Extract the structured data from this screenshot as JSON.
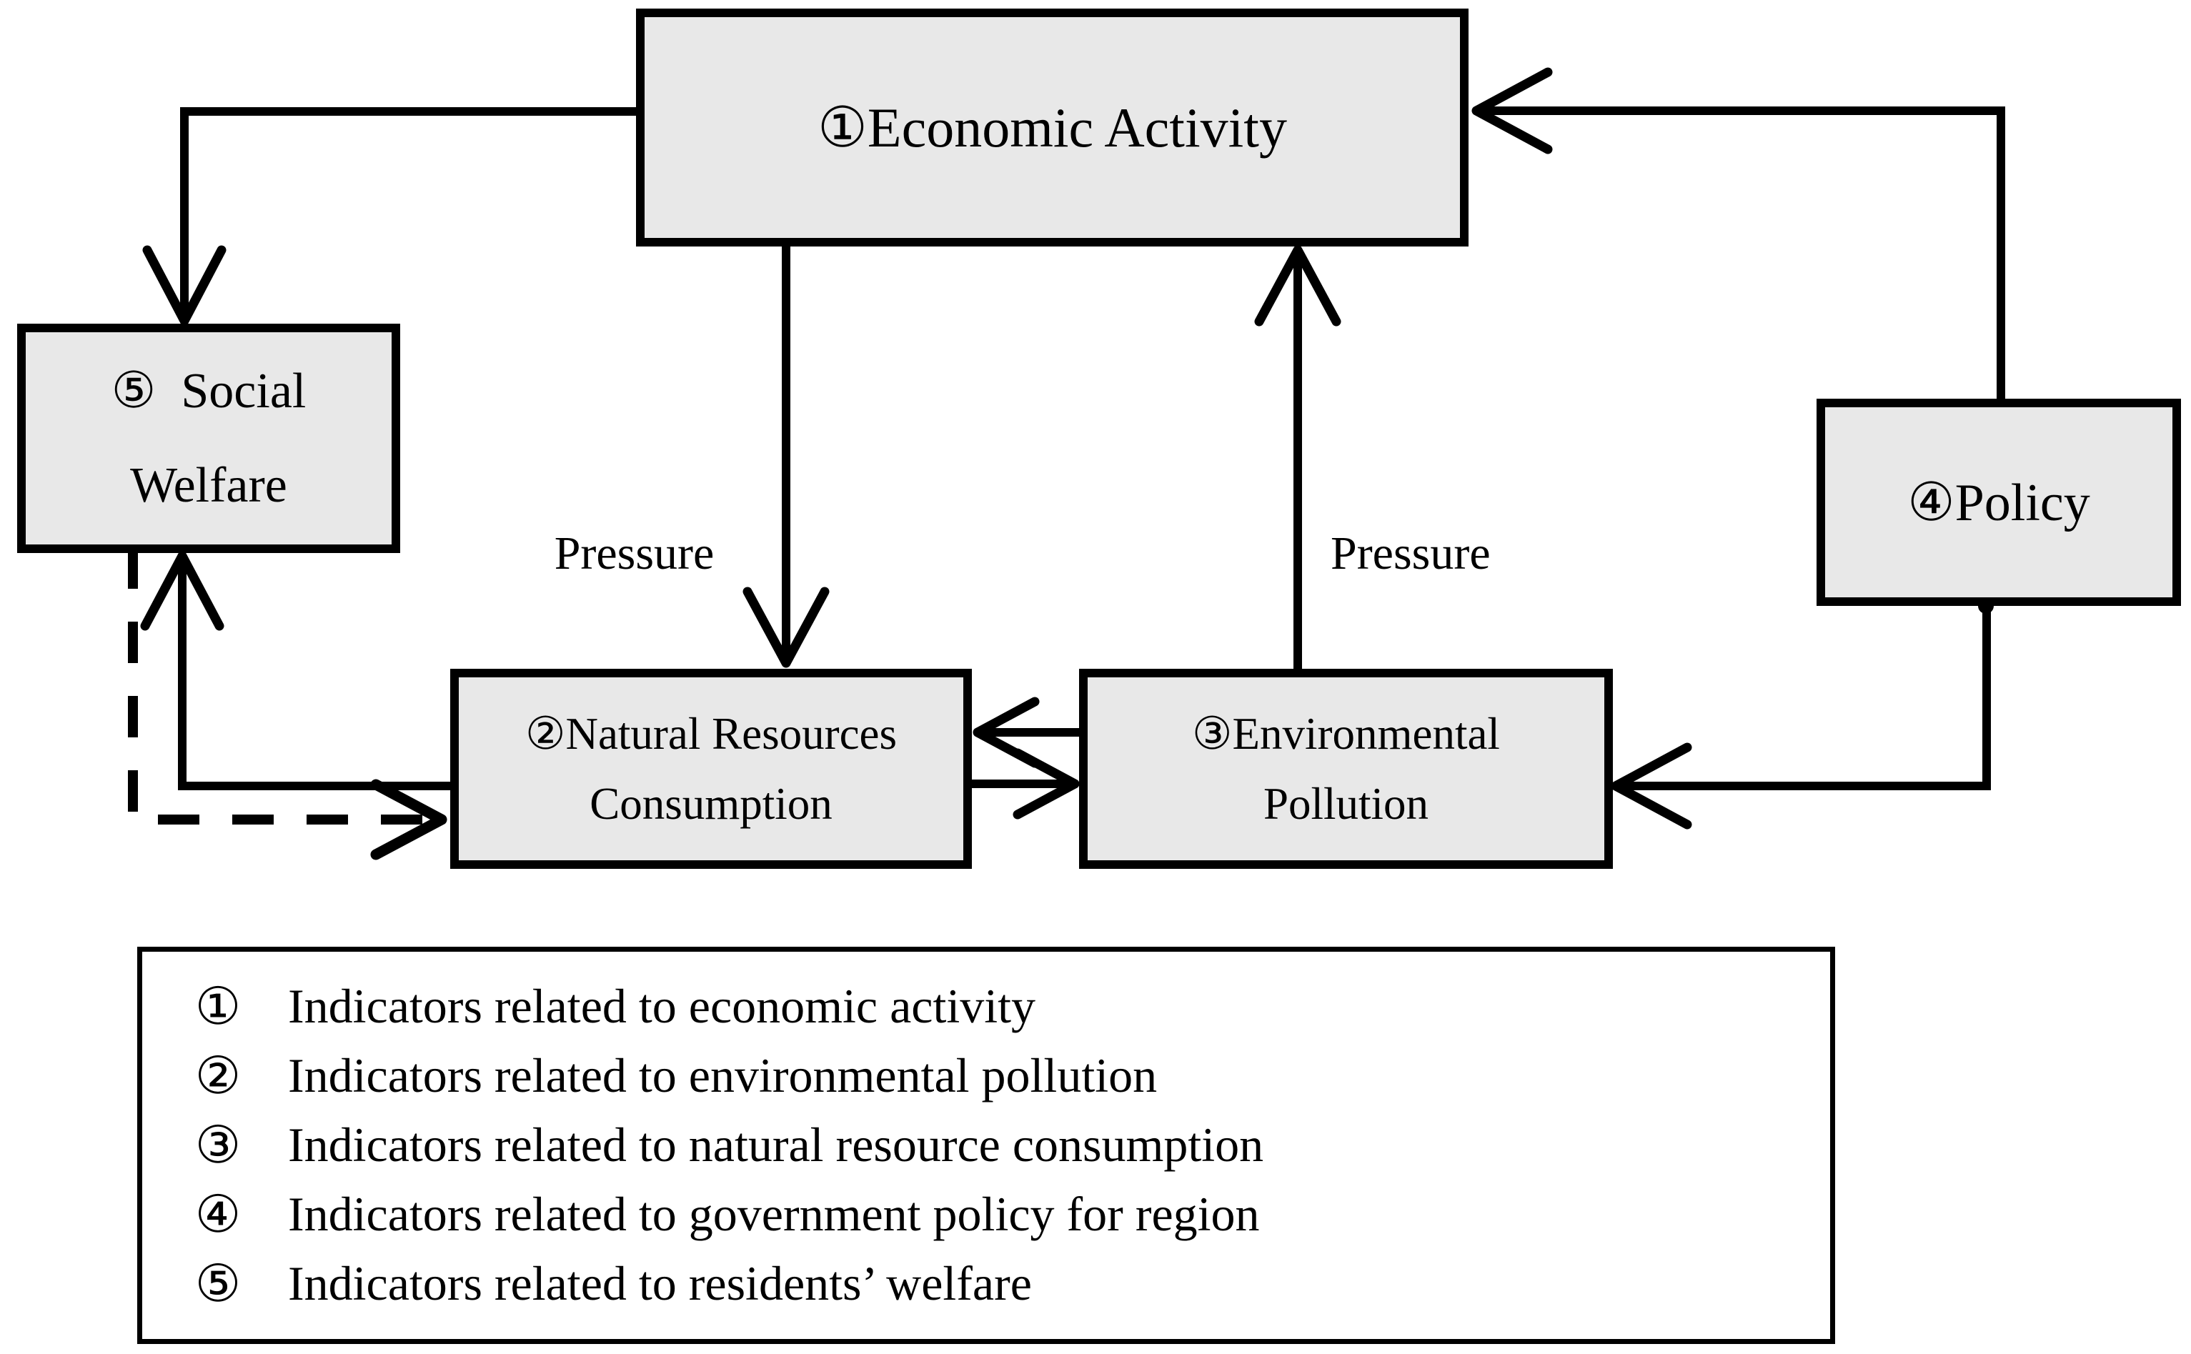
{
  "nodes": {
    "economic_activity": {
      "label": "①Economic Activity"
    },
    "social_welfare": {
      "line1": "⑤  Social",
      "line2": "Welfare"
    },
    "natural_resources": {
      "line1": "②Natural Resources",
      "line2": "Consumption"
    },
    "environmental_pollution": {
      "line1": "③Environmental",
      "line2": "Pollution"
    },
    "policy": {
      "label": "④Policy"
    }
  },
  "edge_labels": {
    "pressure_left": "Pressure",
    "pressure_right": "Pressure"
  },
  "legend": {
    "items": [
      {
        "num": "①",
        "text": "Indicators related to economic activity"
      },
      {
        "num": "②",
        "text": "Indicators related to environmental pollution"
      },
      {
        "num": "③",
        "text": "Indicators related to natural resource consumption"
      },
      {
        "num": "④",
        "text": "Indicators related to government policy for region"
      },
      {
        "num": "⑤",
        "text": "Indicators related to residents’ welfare"
      }
    ]
  },
  "colors": {
    "background": "#ffffff",
    "box_fill": "#e8e8e8",
    "box_border": "#000000",
    "line": "#000000",
    "text": "#000000"
  }
}
